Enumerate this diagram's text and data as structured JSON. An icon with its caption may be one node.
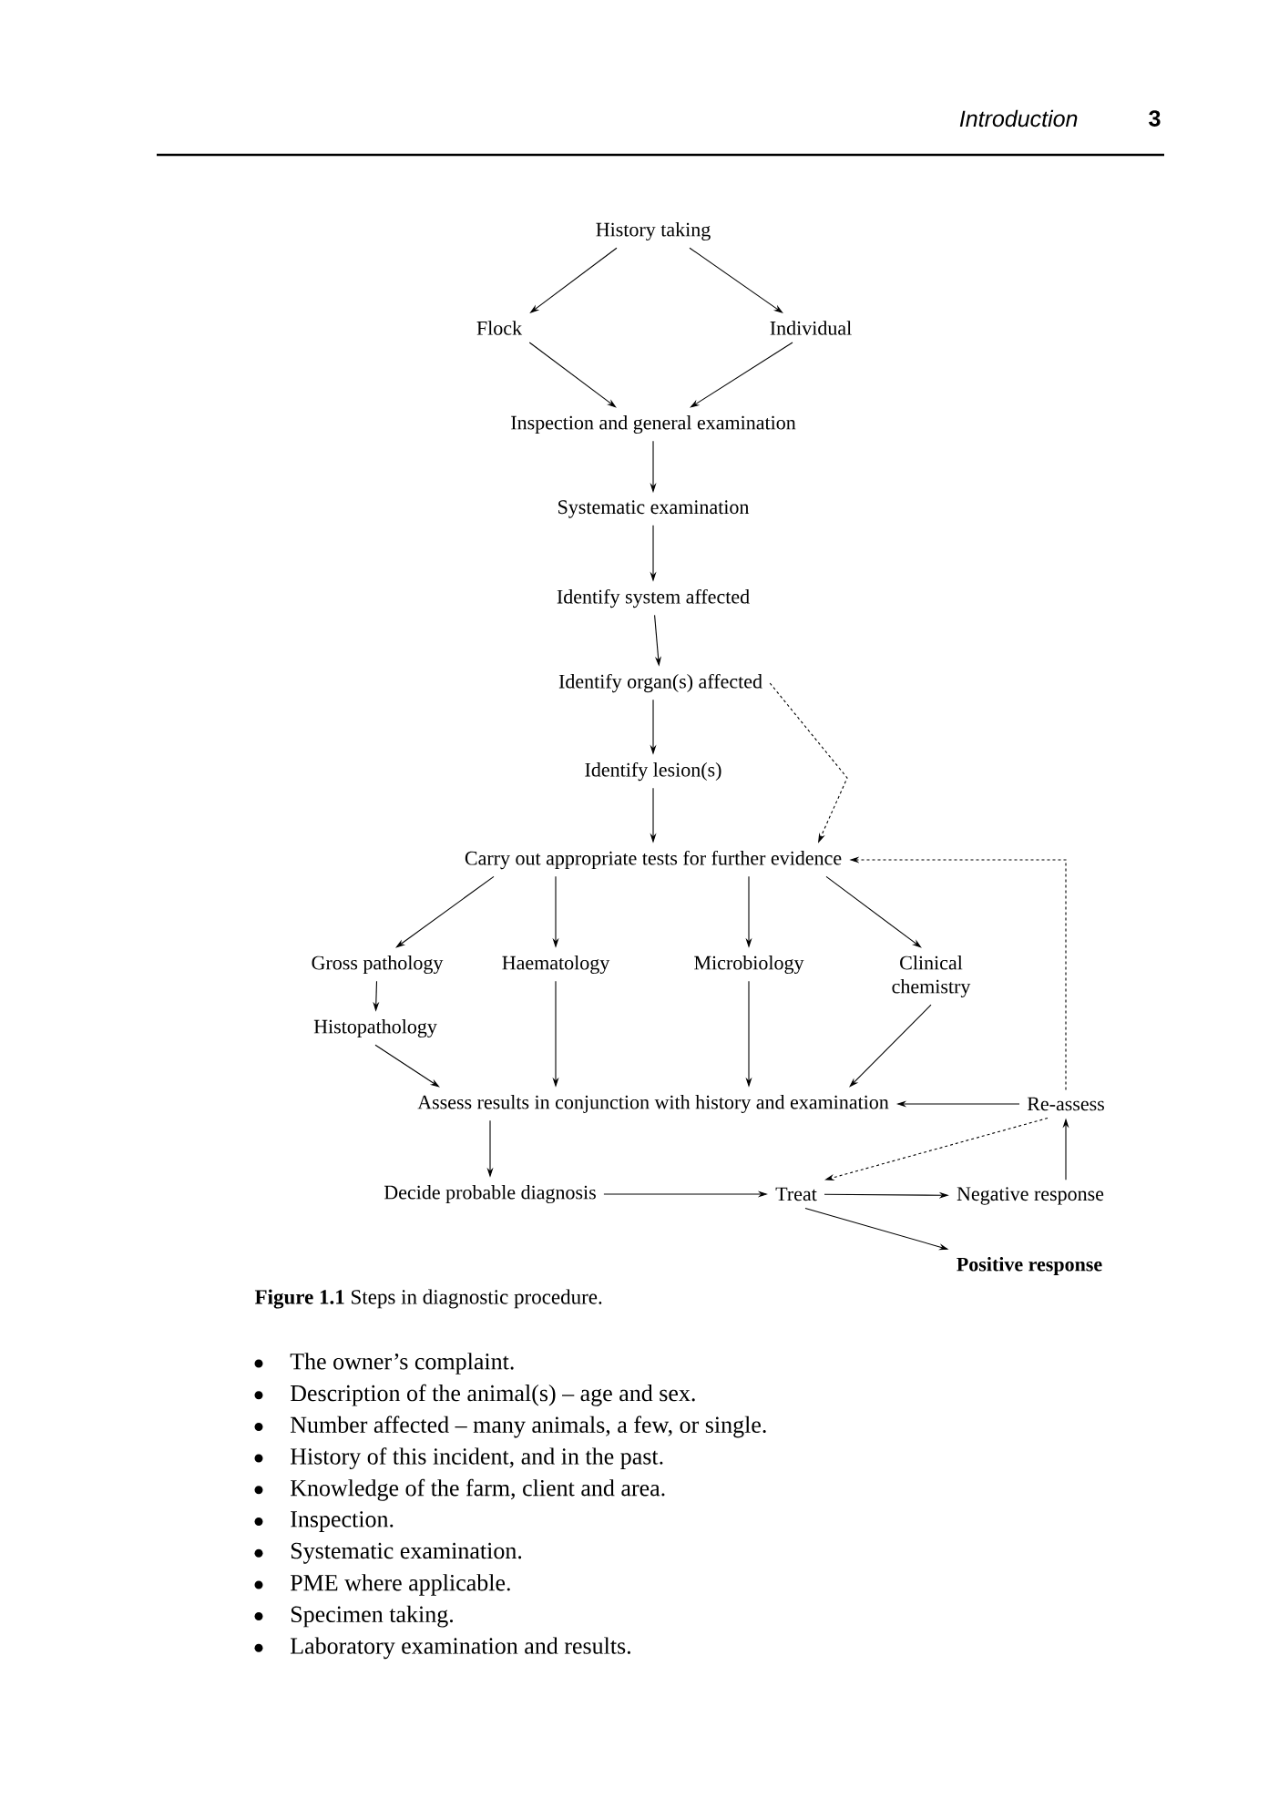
{
  "diagram": {
    "caption": "**Figure 1.1**   Steps in diagnostic procedure.",
    "nodes": [
      {
        "text": [
          "History taking"
        ]
      },
      {
        "text": [
          "Flock"
        ]
      },
      {
        "text": [
          "Individual"
        ]
      },
      {
        "text": [
          "Inspection and general examination"
        ]
      },
      {
        "text": [
          "Systematic examination"
        ]
      },
      {
        "text": [
          "Identify system affected"
        ]
      },
      {
        "text": [
          "Identify organ(s) affected"
        ]
      },
      {
        "text": [
          "Identify lesion(s)"
        ]
      },
      {
        "text": [
          "Carry out appropriate tests for further evidence"
        ]
      },
      {
        "text": [
          "Gross pathology"
        ]
      },
      {
        "text": [
          "Haematology"
        ]
      },
      {
        "text": [
          "Microbiology"
        ]
      },
      {
        "text": [
          "Clinical chemistry"
        ]
      },
      {
        "text": [
          "Histopathology"
        ]
      },
      {
        "text": [
          "Assess results in conjunction with history and examination"
        ]
      },
      {
        "text": [
          "Re-assess"
        ]
      },
      {
        "text": [
          "Decide probable diagnosis"
        ]
      },
      {
        "text": [
          "Treat"
        ]
      },
      {
        "text": [
          "Negative response"
        ]
      },
      {
        "text": [
          "Positive response"
        ]
      }
    ],
    "edges": [
      {
        "from": 0,
        "to": 1,
        "arrow": "to"
      },
      {
        "from": 0,
        "to": 2,
        "arrow": "to"
      },
      {
        "from": 1,
        "to": 3,
        "arrow": "to"
      },
      {
        "from": 2,
        "to": 3,
        "arrow": "to"
      },
      {
        "from": 3,
        "to": 4,
        "arrow": "to"
      },
      {
        "from": 4,
        "to": 5,
        "arrow": "to"
      },
      {
        "from": 5,
        "to": 6,
        "arrow": "to"
      },
      {
        "from": 6,
        "to": 7,
        "arrow": "to"
      },
      {
        "from": 7,
        "to": 8,
        "arrow": "to"
      },
      {
        "from": 6,
        "to": 8,
        "arrow": "to",
        "style": "dashed"
      },
      {
        "from": 8,
        "to": 9,
        "arrow": "to"
      },
      {
        "from": 8,
        "to": 10,
        "arrow": "to"
      },
      {
        "from": 8,
        "to": 11,
        "arrow": "to"
      },
      {
        "from": 8,
        "to": 12,
        "arrow": "to"
      },
      {
        "from": 9,
        "to": 13,
        "arrow": "to"
      },
      {
        "from": 13,
        "to": 14,
        "arrow": "to"
      },
      {
        "from": 10,
        "to": 14,
        "arrow": "to"
      },
      {
        "from": 11,
        "to": 14,
        "arrow": "to"
      },
      {
        "from": 12,
        "to": 14,
        "arrow": "to"
      },
      {
        "from": 15,
        "to": 14,
        "arrow": "to"
      },
      {
        "from": 15,
        "to": 8,
        "arrow": "to",
        "style": "dashed"
      },
      {
        "from": 14,
        "to": 16,
        "arrow": "to"
      },
      {
        "from": 16,
        "to": 17,
        "arrow": "to"
      },
      {
        "from": 15,
        "to": 17,
        "arrow": "to",
        "style": "dashed"
      },
      {
        "from": 17,
        "to": 18,
        "arrow": "to"
      },
      {
        "from": 17,
        "to": 19,
        "arrow": "to"
      },
      {
        "from": 18,
        "to": 15,
        "arrow": "to"
      }
    ],
    "labels": [
      "Introduction",
      "3",
      "The owner’s complaint.",
      "Description of the animal(s) – age and sex.",
      "Number affected – many animals, a few, or single.",
      "History of this incident, and in the past.",
      "Knowledge of the farm, client and area.",
      "Inspection.",
      "Systematic examination.",
      "PME where applicable.",
      "Specimen taking.",
      "Laboratory examination and results."
    ]
  }
}
